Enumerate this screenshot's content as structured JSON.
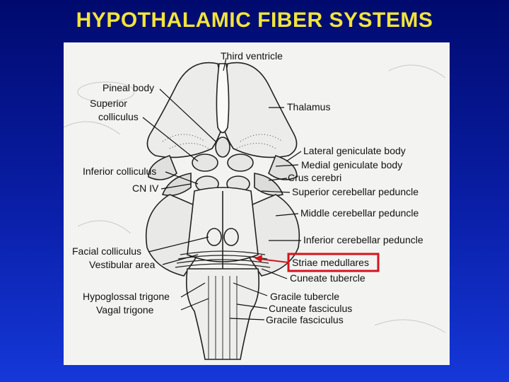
{
  "slide": {
    "title": "HYPOTHALAMIC FIBER SYSTEMS"
  },
  "figure": {
    "labels": {
      "third_ventricle": "Third ventricle",
      "pineal_body": "Pineal body",
      "superior": "Superior",
      "colliculus": "colliculus",
      "thalamus": "Thalamus",
      "lateral_geniculate_body": "Lateral geniculate body",
      "medial_geniculate_body": "Medial geniculate body",
      "inferior_colliculus": "Inferior colliculus",
      "crus_cerebri": "Crus cerebri",
      "cn_iv": "CN IV",
      "superior_cerebellar_peduncle": "Superior cerebellar peduncle",
      "middle_cerebellar_peduncle": "Middle cerebellar peduncle",
      "inferior_cerebellar_peduncle": "Inferior cerebellar peduncle",
      "facial_colliculus": "Facial colliculus",
      "vestibular_area": "Vestibular area",
      "striae_medullares": "Striae medullares",
      "cuneate_tubercle": "Cuneate tubercle",
      "hypoglossal_trigone": "Hypoglossal trigone",
      "gracile_tubercle": "Gracile tubercle",
      "vagal_trigone": "Vagal trigone",
      "cuneate_fasciculus": "Cuneate fasciculus",
      "gracile_fasciculus": "Gracile fasciculus"
    },
    "highlight_color": "#d4141c"
  }
}
